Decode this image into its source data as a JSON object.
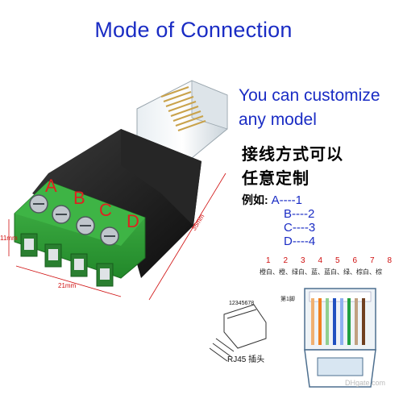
{
  "title": "Mode of Connection",
  "customize": {
    "line1": "You can customize",
    "line2": "any model"
  },
  "chinese": {
    "line1": "接线方式可以",
    "line2": "任意定制"
  },
  "mapping": {
    "label": "例如:",
    "rows": [
      "A----1",
      "B----2",
      "C----3",
      "D----4"
    ]
  },
  "terminal_letters": [
    "A",
    "B",
    "C",
    "D"
  ],
  "dimensions": {
    "height": "11mm",
    "width": "21mm",
    "length": "35mm"
  },
  "pin_numbers": [
    "1",
    "2",
    "3",
    "4",
    "5",
    "6",
    "7",
    "8"
  ],
  "wire_colors": "橙白、橙、绿白、蓝、蓝白、绿、棕白、棕",
  "pin1_label": "第1脚",
  "rj45_numbers": "12345678",
  "rj45_label": "RJ45 插头",
  "watermark": "DHgate.com",
  "colors": {
    "title_blue": "#1a2cc4",
    "terminal_green": "#2fa036",
    "body_black": "#1a1a1a",
    "accent_red": "#e02020"
  }
}
